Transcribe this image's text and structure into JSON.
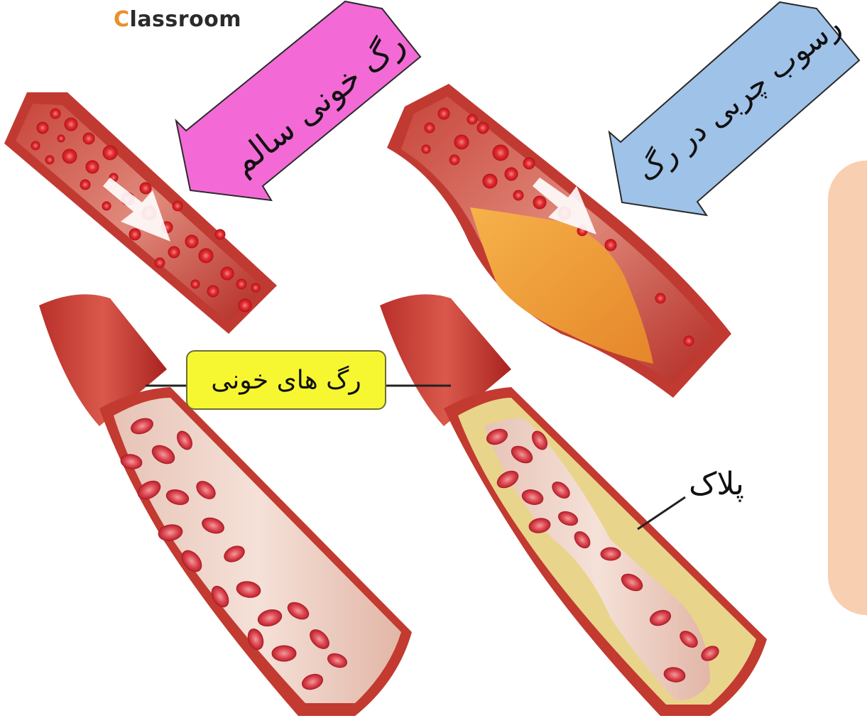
{
  "logo": {
    "initial": "C",
    "rest": "lassroom"
  },
  "labels": {
    "healthy_vessel": "رگ خونی سالم",
    "fat_deposit": "رسوب چربی در رگ",
    "blood_vessels": "رگ های خونی",
    "plaque": "پلاک"
  },
  "colors": {
    "vessel_dark": "#b62a25",
    "vessel_mid": "#cf4a3f",
    "vessel_light": "#e59b8f",
    "vessel_inner": "#f1d6cc",
    "blood_cell": "#e0262d",
    "plaque": "#f3a63a",
    "pink_arrow": "#f36ad6",
    "blue_arrow": "#9fc2e8",
    "label_bg": "#f7f731",
    "side_panel": "#f8cfb0"
  }
}
